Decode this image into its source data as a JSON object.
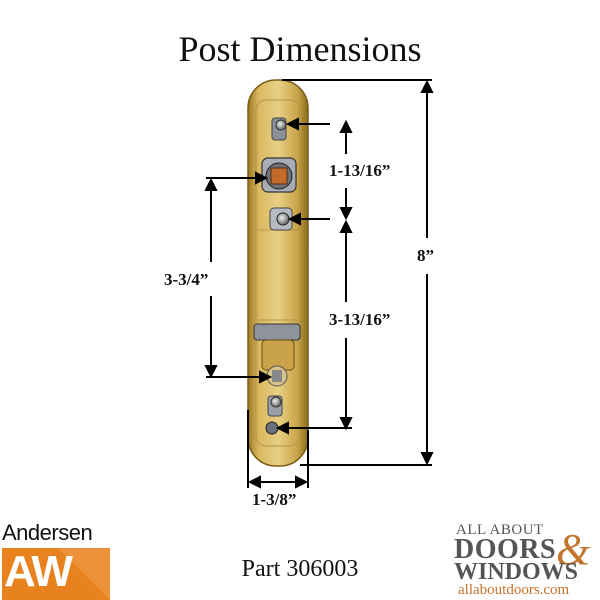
{
  "title": "Post Dimensions",
  "dimensions": {
    "top_spacing": "1-13/16”",
    "lower_spacing": "3-13/16”",
    "left_spacing": "3-3/4”",
    "total_height": "8”",
    "width": "1-3/8”"
  },
  "part_label": "Part 306003",
  "logos": {
    "andersen_word": "Andersen",
    "andersen_mark": "AW",
    "aad_line1": "ALL ABOUT",
    "aad_line2": "DOORS",
    "aad_amp": "&",
    "aad_line3": "WINDOWS",
    "aad_url": "allaboutdoors.com"
  },
  "colors": {
    "post_gold": "#c9a54a",
    "andersen_orange": "#e8821e",
    "aad_accent": "#c4732a"
  }
}
